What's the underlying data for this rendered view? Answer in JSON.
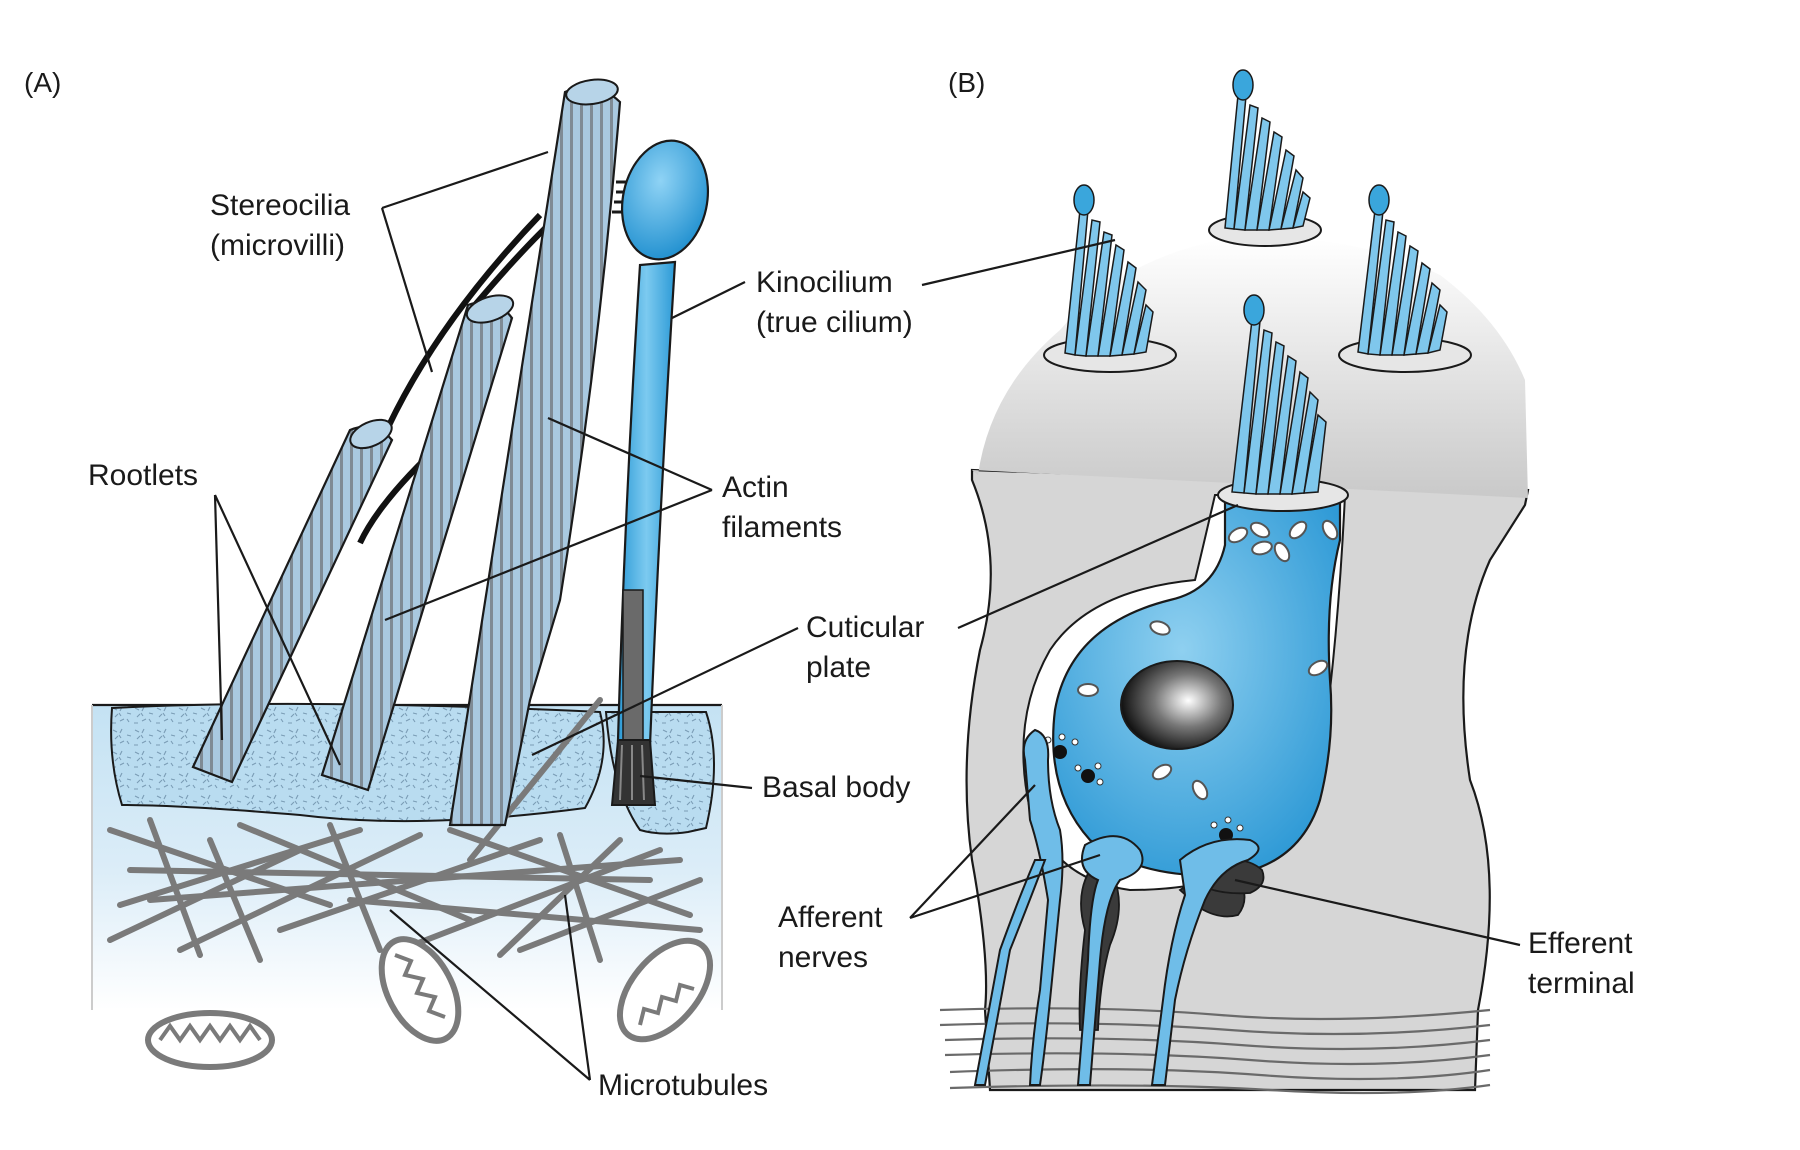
{
  "panels": {
    "a": {
      "label": "(A)"
    },
    "b": {
      "label": "(B)"
    }
  },
  "labels": {
    "stereocilia": {
      "line1": "Stereocilia",
      "line2": "(microvilli)"
    },
    "kinocilium": {
      "line1": "Kinocilium",
      "line2": "(true cilium)"
    },
    "rootlets": "Rootlets",
    "actin": {
      "line1": "Actin",
      "line2": "filaments"
    },
    "cuticular": {
      "line1": "Cuticular",
      "line2": "plate"
    },
    "basal_body": "Basal body",
    "afferent": {
      "line1": "Afferent",
      "line2": "nerves"
    },
    "efferent": {
      "line1": "Efferent",
      "line2": "terminal"
    },
    "microtubules": "Microtubules"
  },
  "colors": {
    "cilium_blue": "#3aa6dc",
    "stereocilium_grey_blue": "#a9c9e0",
    "cytoplasm_light_blue": "#cfe7f5",
    "support_cell_grey": "#d6d6d6",
    "line": "#1a1a1a"
  }
}
